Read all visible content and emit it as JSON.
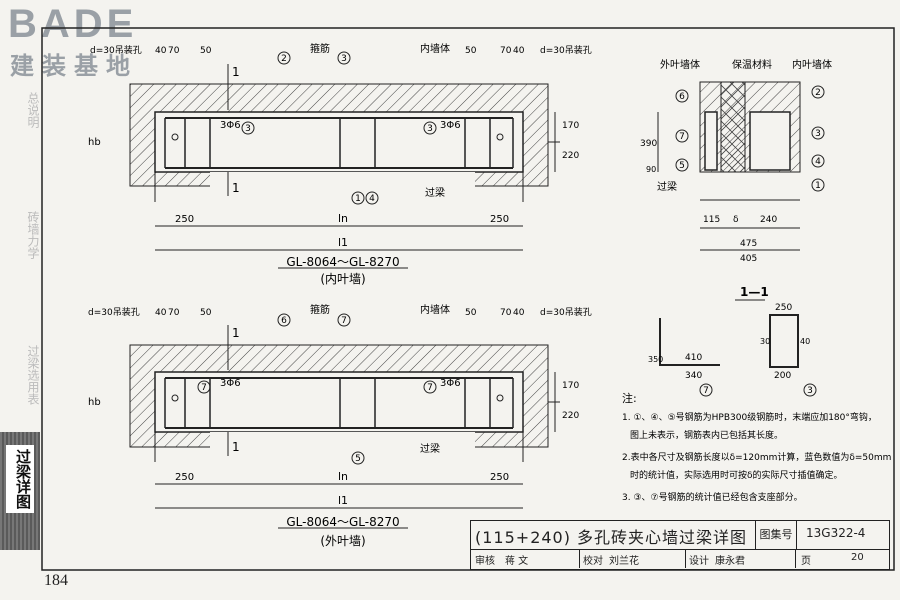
{
  "brand": {
    "logo_text": "BADE",
    "logo_subtitle": "建装基地"
  },
  "side_nav": [
    {
      "label": "总说明"
    },
    {
      "label": "砖墙力学"
    },
    {
      "label": "过梁选用表"
    },
    {
      "label": "过梁详图",
      "active": true
    }
  ],
  "page_number": "184",
  "diagram": {
    "section_1": {
      "caption_code": "GL-8064～GL-8270",
      "caption_name": "(内叶墙)",
      "labels": {
        "hole": "d=30吊装孔",
        "d40": "40",
        "d70": "70",
        "d50": "50",
        "stirrup": "箍筋",
        "inner_wall": "内墙体",
        "d70b": "70",
        "d40b": "40",
        "hole_r": "d=30吊装孔",
        "bar_left": "3Φ6",
        "bar_right": "3Φ6",
        "beam": "过梁",
        "sec": "1",
        "dim_170": "170",
        "dim_220": "220",
        "dim_250l": "250",
        "dim_250r": "250",
        "ln": "ln",
        "l1": "l1",
        "hb": "hb"
      },
      "markers": [
        "2",
        "3",
        "3",
        "3",
        "1",
        "4"
      ]
    },
    "section_2": {
      "caption_code": "GL-8064～GL-8270",
      "caption_name": "(外叶墙)",
      "labels": {
        "hole": "d=30吊装孔",
        "d40": "40",
        "d70": "70",
        "d50": "50",
        "stirrup": "箍筋",
        "inner_wall": "内墙体",
        "d70b": "70",
        "d40b": "40",
        "hole_r": "d=30吊装孔",
        "bar_left": "3Φ6",
        "bar_right": "3Φ6",
        "beam": "过梁",
        "sec": "1",
        "dim_170": "170",
        "dim_220": "220",
        "dim_250l": "250",
        "dim_250r": "250",
        "ln": "ln",
        "l1": "l1",
        "hb": "hb"
      },
      "markers": [
        "6",
        "7",
        "7",
        "7",
        "5"
      ]
    },
    "cross_section": {
      "outer_wall": "外叶墙体",
      "insulation": "保温材料",
      "inner_wall": "内叶墙体",
      "beam": "过梁",
      "dim_390": "390",
      "dim_90": "90",
      "dim_115": "115",
      "delta": "δ",
      "dim_240": "240",
      "dim_475": "475",
      "dim_405": "405",
      "markers_left": [
        "6",
        "7",
        "5"
      ],
      "markers_right": [
        "2",
        "3",
        "4",
        "1"
      ]
    },
    "section_1_1": {
      "title": "1—1",
      "d250": "250",
      "d410": "410",
      "d340": "340",
      "d350": "350",
      "d40": "40",
      "d30": "30",
      "d200": "200",
      "marker_left": "7",
      "marker_right": "3"
    },
    "notes": {
      "heading": "注:",
      "items": [
        "1. ①、④、⑤号钢筋为HPB300级钢筋时，末端应加180°弯钩，",
        "图上未表示，钢筋表内已包括其长度。",
        "2.表中各尺寸及钢筋长度以δ=120mm计算，蓝色数值为δ=50mm",
        "时的统计值，实际选用时可按δ的实际尺寸插值确定。",
        "3. ③、⑦号钢筋的统计值已经包含支座部分。"
      ]
    }
  },
  "title_block": {
    "title": "(115+240) 多孔砖夹心墙过梁详图",
    "set_label": "图集号",
    "set_number": "13G322-4",
    "review_label": "审核",
    "reviewer": "蒋 文",
    "check_label": "校对",
    "checker": "刘兰花",
    "design_label": "设计",
    "designer": "康永君",
    "page_label": "页",
    "page": "20"
  }
}
